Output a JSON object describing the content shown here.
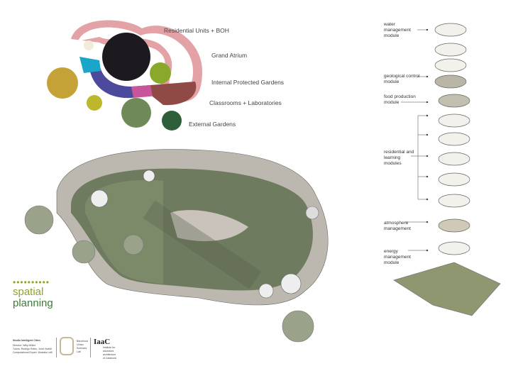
{
  "diagram": {
    "legend": [
      {
        "label": "Residential Units + BOH",
        "color": "#e3a3a6"
      },
      {
        "label": "Grand Atrium",
        "color": "#1c1a1f"
      },
      {
        "label": "Internal Protected Gardens",
        "color": "#8aa92a"
      },
      {
        "label": "Classrooms + Laboratories",
        "color": "#4b4a9c"
      },
      {
        "label": "External Gardens",
        "color": "#2e5f3a"
      }
    ]
  },
  "title": {
    "line1": "spatial",
    "line2": "planning",
    "dots": "••••••••••"
  },
  "modules": [
    {
      "label": "water management module"
    },
    {
      "label": "geological control module"
    },
    {
      "label": "food production module"
    },
    {
      "label": "residential and learning modules"
    },
    {
      "label": "atmosphere management"
    },
    {
      "label": "energy management module"
    }
  ],
  "footer": {
    "studio": "Studio Intelligent Cities",
    "credits": [
      "Director: Willy Müller",
      "Tutors: Rodrigo Rubio, Jordi Vivaldi",
      "Computational Expert: Mostafa Lotfi"
    ],
    "lab": [
      "Barcelona",
      "Urban",
      "Sciences",
      "Lab"
    ],
    "iaac_logo": "IaaC",
    "iaac_text": [
      "Institute for",
      "advanced",
      "architecture",
      "of Catalonia"
    ]
  }
}
